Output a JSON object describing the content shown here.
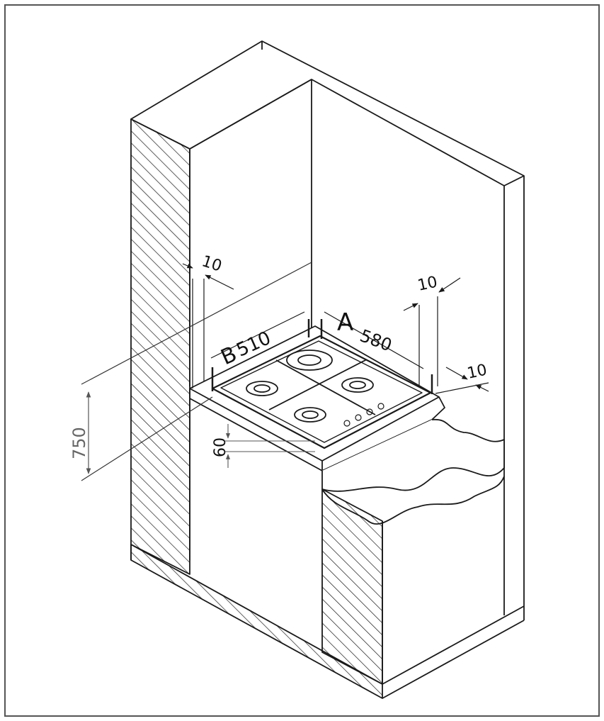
{
  "diagram": {
    "labels": {
      "dim_left_gap": "10",
      "dim_right_gap_top": "10",
      "dim_right_gap_side": "10",
      "label_a": "A",
      "dim_a": "580",
      "label_b": "B",
      "dim_b": "510",
      "dim_height": "750",
      "dim_thickness": "60"
    },
    "colors": {
      "line": "#1a1a1a",
      "frame": "#555555",
      "grey_dim": "#777777"
    }
  }
}
